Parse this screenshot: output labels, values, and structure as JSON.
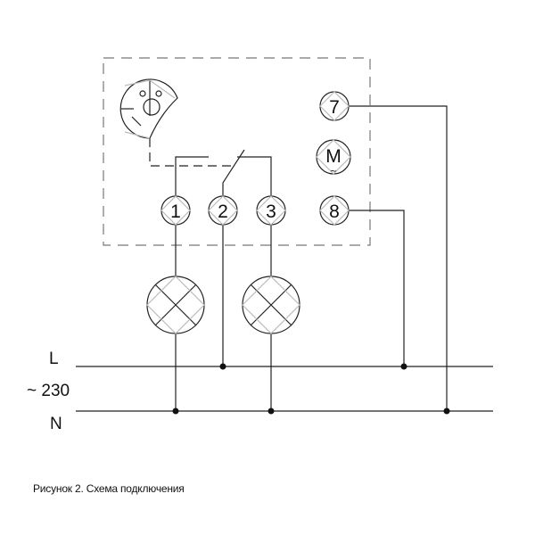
{
  "diagram": {
    "terminals": [
      "1",
      "2",
      "3",
      "7",
      "8"
    ],
    "motor_label": "M",
    "motor_symbol": "~",
    "line_label": "L",
    "voltage_label": "~ 230",
    "neutral_label": "N",
    "caption": "Рисунок 2. Схема подключения",
    "colors": {
      "line": "#222222",
      "hatch": "#bbbbbb"
    }
  }
}
